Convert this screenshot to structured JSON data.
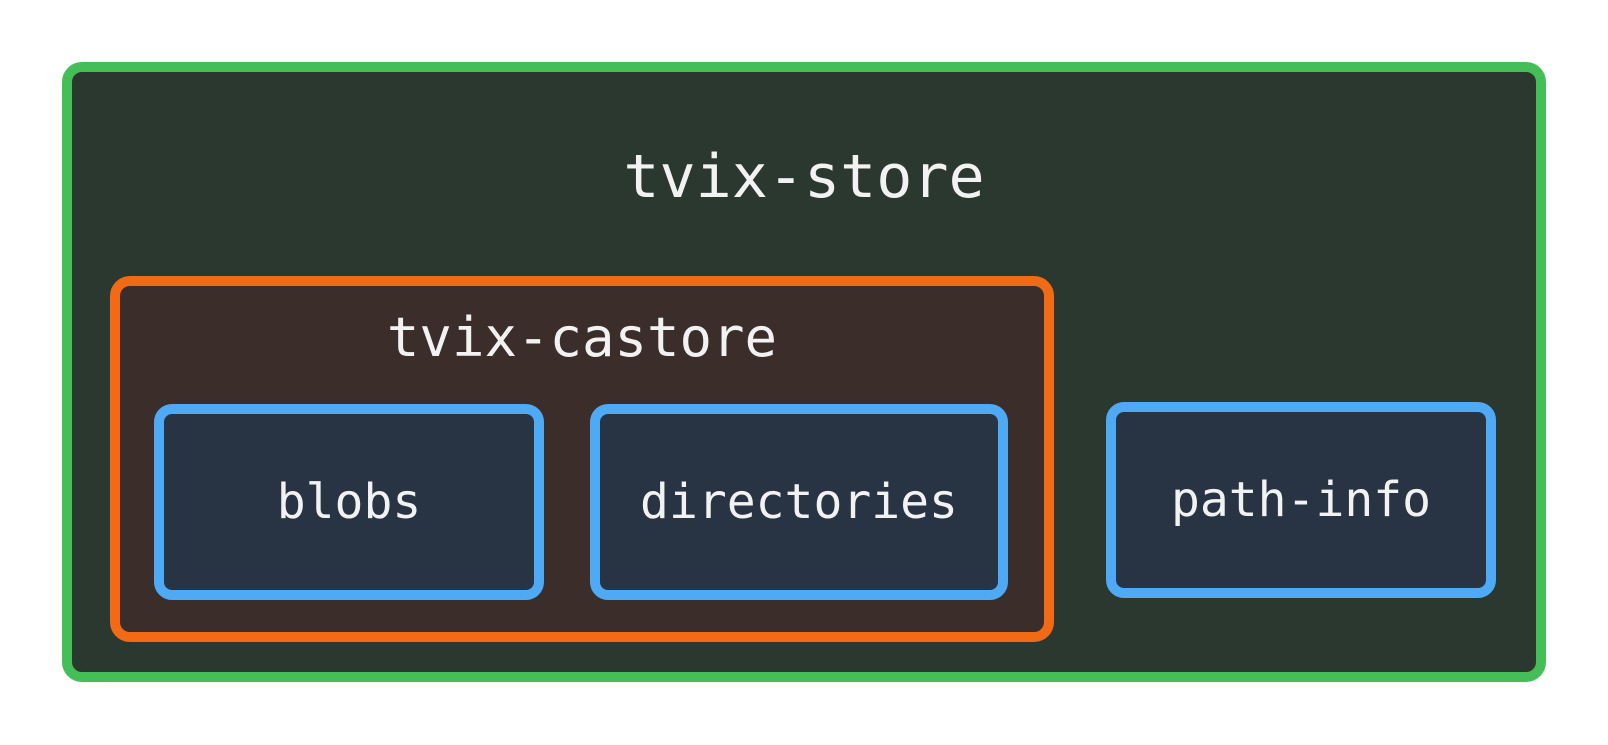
{
  "diagram": {
    "store": {
      "label": "tvix-store"
    },
    "castore": {
      "label": "tvix-castore"
    },
    "components": {
      "blobs": "blobs",
      "directories": "directories",
      "path_info": "path-info"
    },
    "colors": {
      "store_border": "#44BF57",
      "store_fill": "#2B3830",
      "castore_border": "#F26A13",
      "castore_fill": "#3A2D2A",
      "component_border": "#4EAAF5",
      "component_fill": "#283443",
      "text": "#F2F2F2"
    }
  }
}
